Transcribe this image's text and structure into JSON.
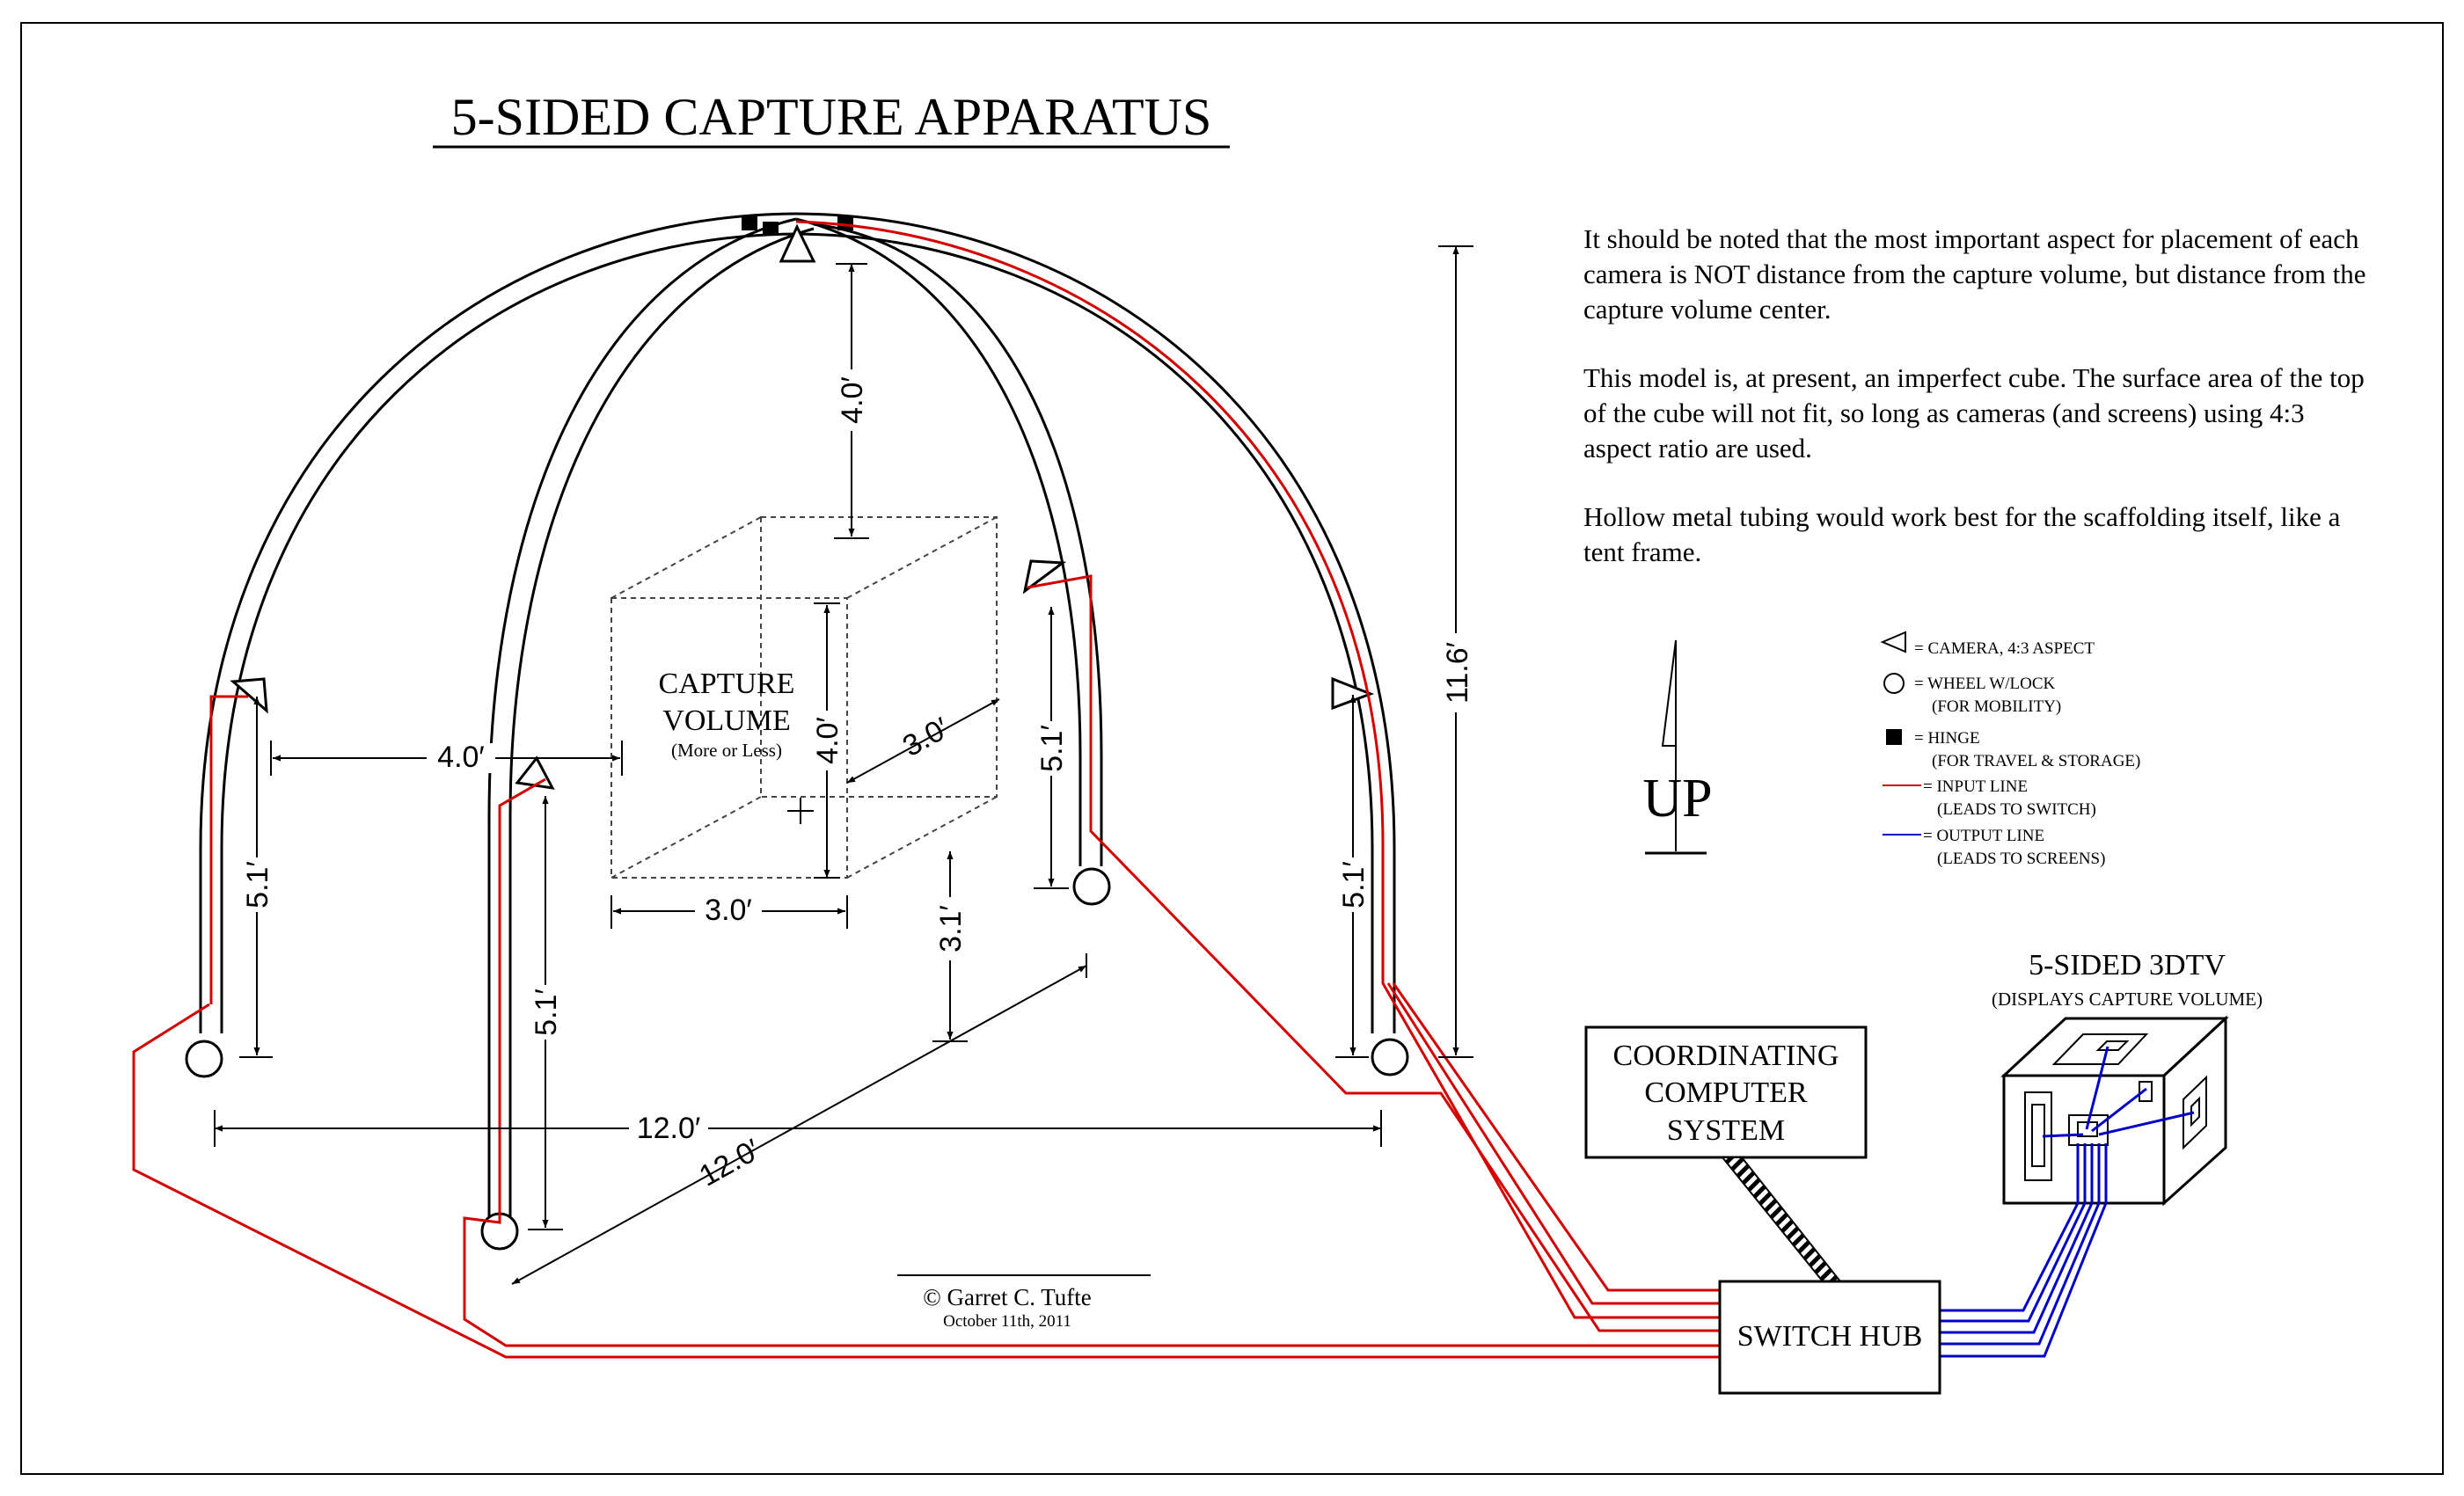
{
  "title": "5-SIDED CAPTURE APPARATUS",
  "notes": [
    "It should be noted that the most important aspect for placement of each camera is NOT distance from the capture volume, but distance from the capture volume center.",
    "This model is, at present, an imperfect cube. The surface area of the top of the cube will not fit, so long as cameras (and screens) using 4:3 aspect ratio are used.",
    "Hollow metal tubing would work best for the scaffolding itself, like a tent frame."
  ],
  "capture_volume": {
    "line1": "CAPTURE",
    "line2": "VOLUME",
    "line3": "(More or Less)"
  },
  "dimensions": {
    "top_height": "4.0′",
    "left_offset": "4.0′",
    "cube_height": "4.0′",
    "cube_depth": "3.0′",
    "cube_width": "3.0′",
    "cube_elevation": "3.1′",
    "leg_left": "5.1′",
    "leg_front_left": "5.1′",
    "leg_back_right": "5.1′",
    "leg_right": "5.1′",
    "overall_height": "11.6′",
    "width_span": "12.0′",
    "depth_span": "12.0′"
  },
  "orientation": {
    "up_label": "UP"
  },
  "legend": {
    "camera": "= CAMERA, 4:3 ASPECT",
    "wheel": "= WHEEL W/LOCK",
    "wheel_note": "(FOR MOBILITY)",
    "hinge": "= HINGE",
    "hinge_note": "(FOR TRAVEL & STORAGE)",
    "input": "= INPUT LINE",
    "input_note": "(LEADS TO SWITCH)",
    "output": "= OUTPUT LINE",
    "output_note": "(LEADS TO SCREENS)"
  },
  "tv": {
    "title": "5-SIDED 3DTV",
    "subtitle": "(DISPLAYS CAPTURE VOLUME)"
  },
  "computer": {
    "line1": "COORDINATING",
    "line2": "COMPUTER",
    "line3": "SYSTEM"
  },
  "switch_hub": "SWITCH HUB",
  "credit": {
    "name": "© Garret C. Tufte",
    "date": "October 11th, 2011"
  },
  "colors": {
    "input_line": "#d40000",
    "output_line": "#0000c8",
    "ink": "#000000"
  }
}
